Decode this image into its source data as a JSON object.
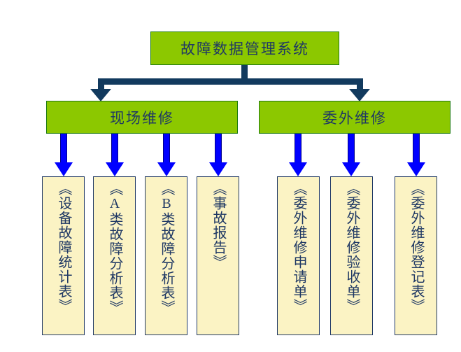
{
  "diagram": {
    "type": "org-tree-flowchart",
    "title": "故障数据管理系统",
    "colors": {
      "process_fill": "#8CC800",
      "process_border": "#1E7A11",
      "document_fill": "#FBF3C4",
      "document_border": "#1F3864",
      "text": "#1F3864",
      "root_connector": "#123A5E",
      "leaf_connector": "#0000FF",
      "background": "#FFFFFF"
    },
    "root": {
      "label": "故障数据管理系统"
    },
    "branches": [
      {
        "label": "现场维修",
        "documents": [
          {
            "label": "《设备故障统计表》"
          },
          {
            "label": "《A类故障分析表》"
          },
          {
            "label": "《B类故障分析表》"
          },
          {
            "label": "《事故报告》"
          }
        ]
      },
      {
        "label": "委外维修",
        "documents": [
          {
            "label": "《委外维修申请单》"
          },
          {
            "label": "《委外维修验收单》"
          },
          {
            "label": "《委外维修登记表》"
          }
        ]
      }
    ],
    "documents_flat": [
      "《设备故障统计表》",
      "《A类故障分析表》",
      "《B类故障分析表》",
      "《事故报告》",
      "《委外维修申请单》",
      "《委外维修验收单》",
      "《委外维修登记表》"
    ]
  }
}
